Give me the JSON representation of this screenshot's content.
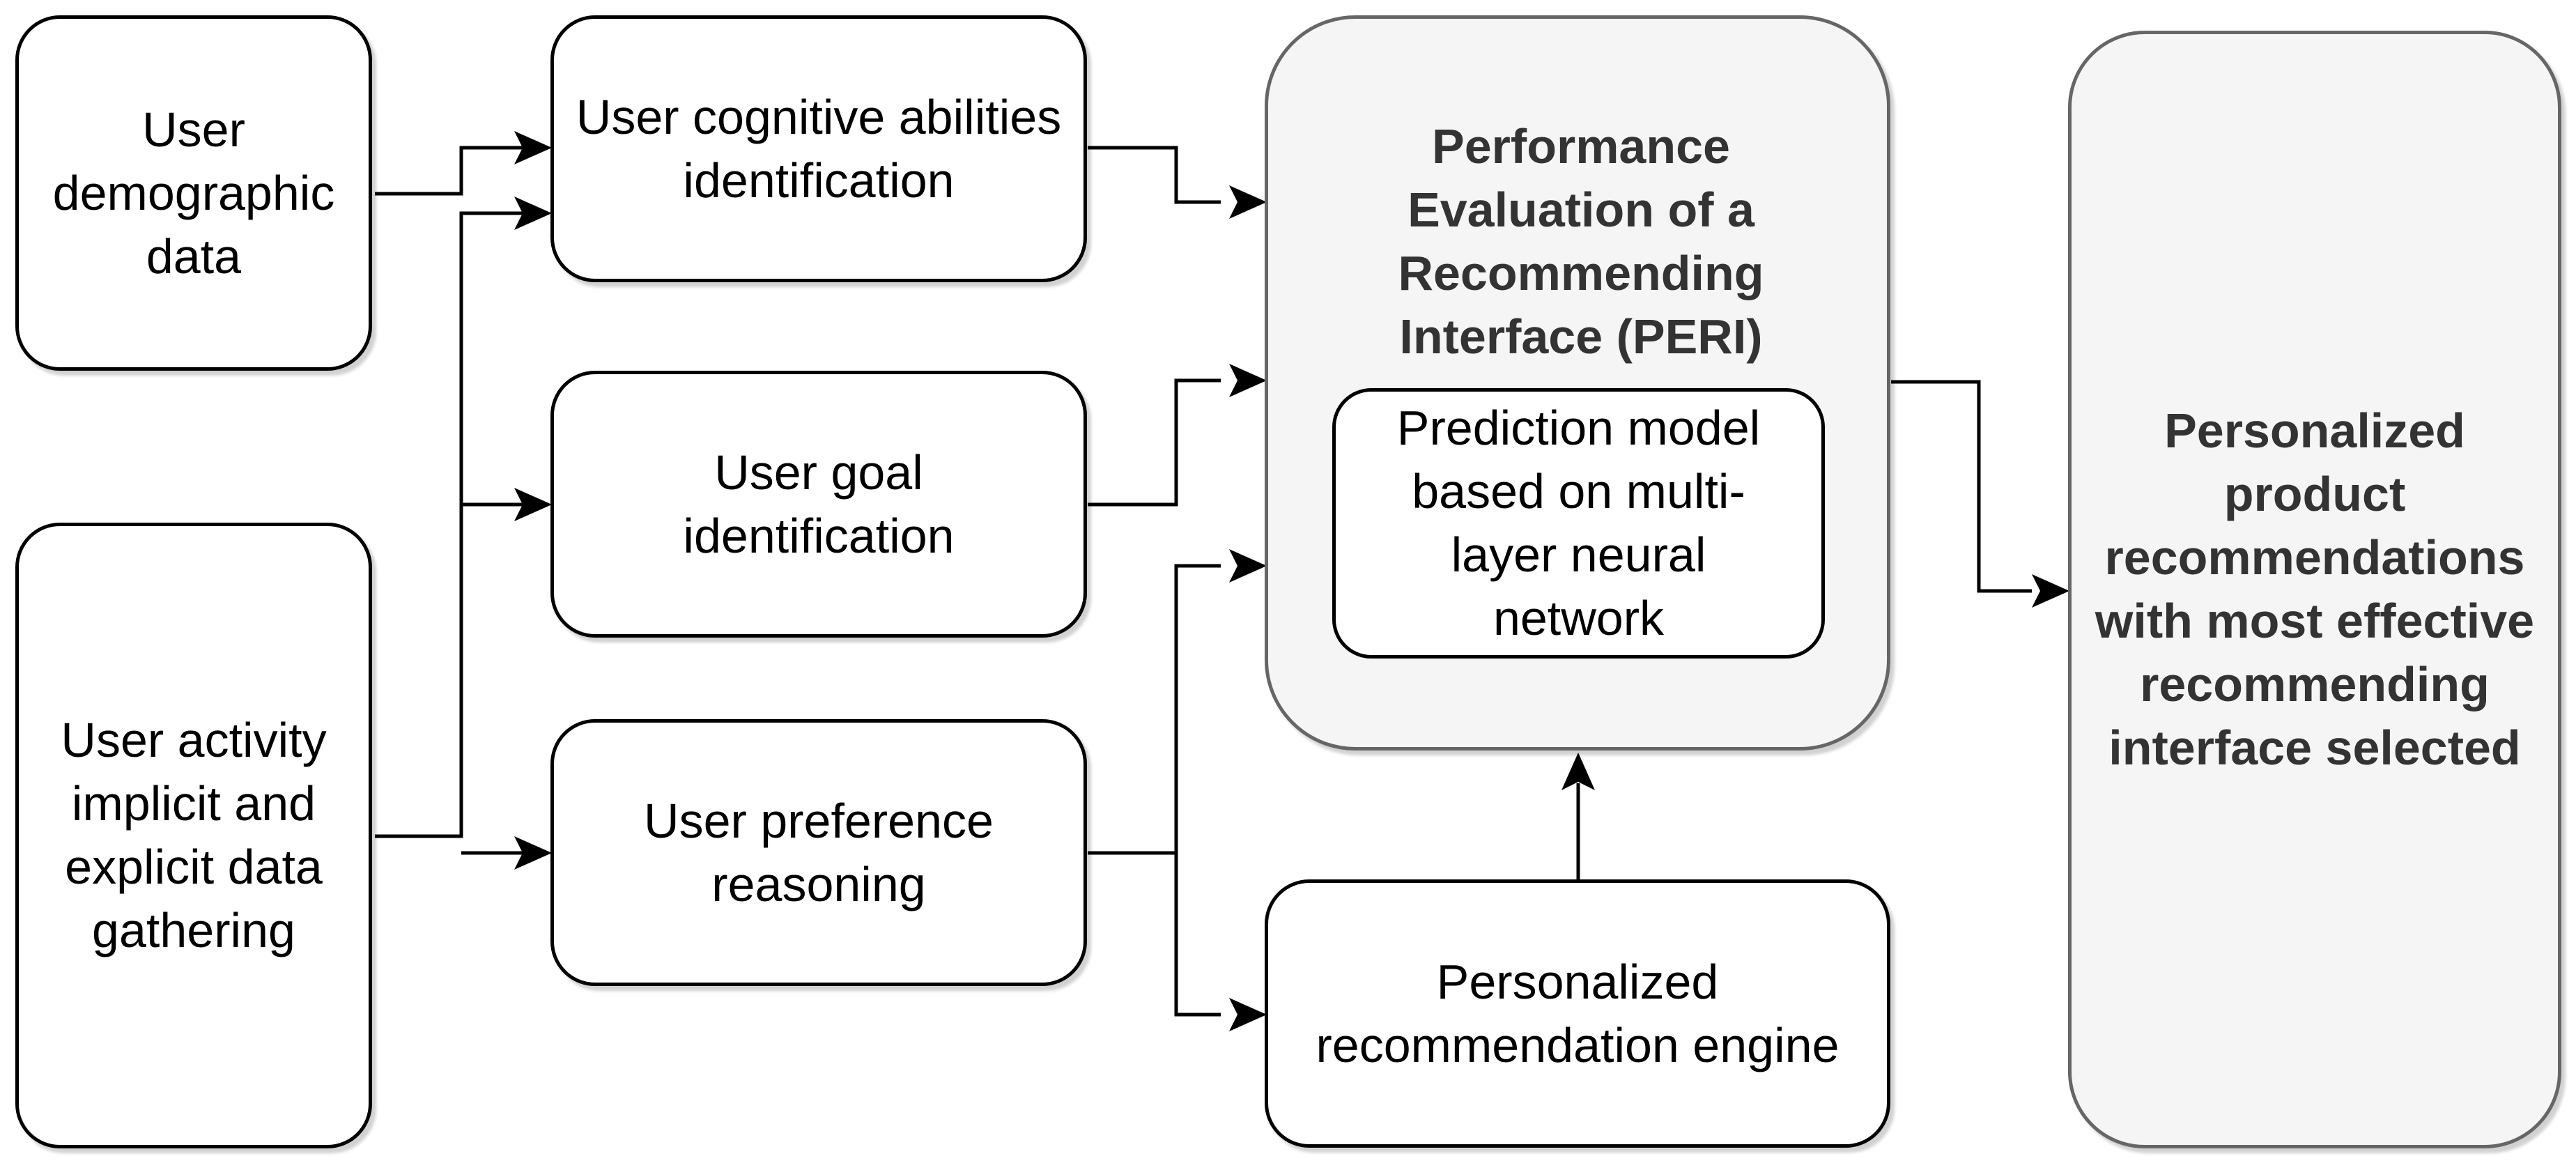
{
  "nodes": {
    "demographic": "User demographic data",
    "activity": "User activity implicit and explicit data gathering",
    "cognitive": "User cognitive abilities identification",
    "goal": "User goal identification",
    "preference": "User preference reasoning",
    "peri_title": "Performance Evaluation of a Recommending Interface (PERI)",
    "prediction_model": "Prediction model based on multi-layer neural network",
    "engine": "Personalized recommendation engine",
    "final": "Personalized product recommendations with most effective recommending interface selected"
  },
  "colors": {
    "stroke": "#000000",
    "peri_fill": "#f5f5f5",
    "peri_stroke": "#666666",
    "bold_text": "#333333"
  }
}
